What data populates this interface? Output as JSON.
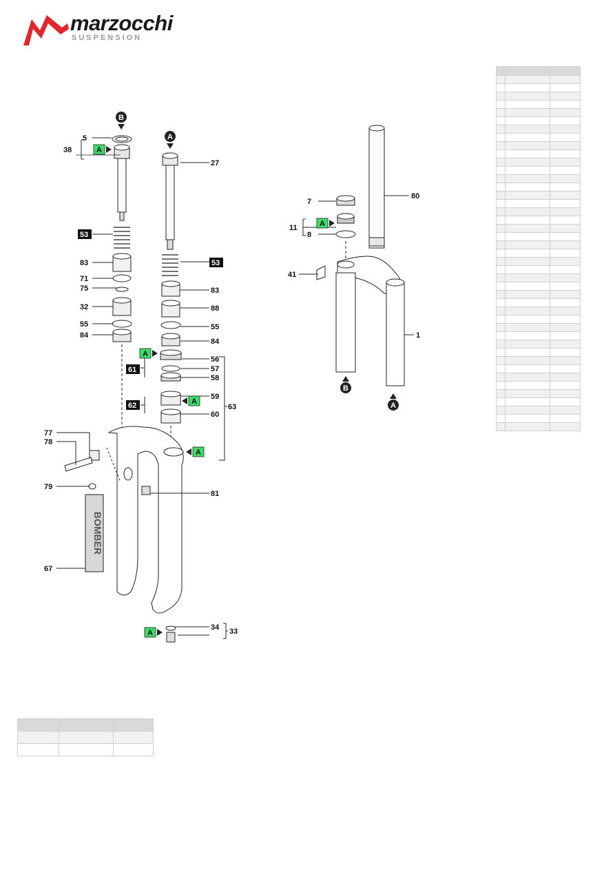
{
  "brand": {
    "name": "marzocchi",
    "sub": "SUSPENSION",
    "color_red": "#e3262b",
    "color_grey": "#9a9a9a"
  },
  "exploded": {
    "top_refs": {
      "b": "B",
      "a": "A"
    },
    "bottom_refs": {
      "b": "B",
      "a": "A"
    },
    "a_marker": "A",
    "labels": [
      "5",
      "38",
      "27",
      "53",
      "53",
      "83",
      "83",
      "71",
      "75",
      "32",
      "88",
      "55",
      "55",
      "84",
      "84",
      "56",
      "61",
      "57",
      "58",
      "59",
      "62",
      "60",
      "63",
      "77",
      "78",
      "79",
      "81",
      "67",
      "34",
      "33",
      "7",
      "80",
      "11",
      "8",
      "41",
      "1"
    ],
    "logo_decal": "BOMBER",
    "accent_green": "#3ddc6a"
  },
  "parts_table": {
    "rows": 44
  },
  "small_table": {
    "rows": 3
  }
}
